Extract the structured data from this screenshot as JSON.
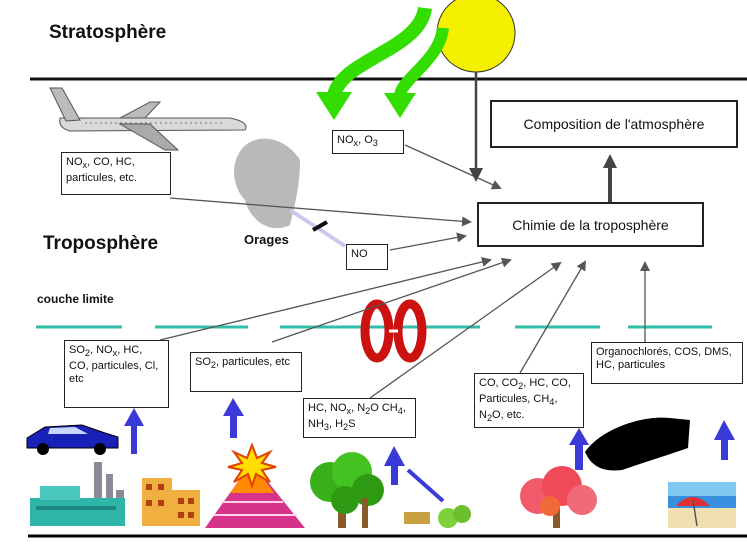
{
  "labels": {
    "stratosphere": "Stratosphère",
    "troposphere": "Troposphère",
    "boundary_layer": "couche limite",
    "storms": "Orages"
  },
  "boxes": {
    "composition": "Composition de l'atmosphère",
    "chemistry": "Chimie de la troposphère",
    "nox_o3": "NOx, O3",
    "aircraft_emissions": "NOx, CO, HC, particules, etc.",
    "no": "NO",
    "traffic": "SO2, NOx, HC, CO, particules, Cl, etc",
    "volcano": "SO2, particules, etc",
    "vegetation": "HC, NOx, N2O CH4, NH3, H2S",
    "forest": "CO, CO2, HC, CO, Particules, CH4, N2O, etc.",
    "ocean": "Organochlorés, COS, DMS, HC, particules"
  },
  "icons": [
    "sun-icon",
    "airplane-icon",
    "storm-cloud-icon",
    "car-icon",
    "factory-icon",
    "house-icon",
    "volcano-icon",
    "tree-icon",
    "cattle-icon",
    "burning-tree-icon",
    "smoke-plume-icon",
    "beach-icon",
    "exchange-rings-icon"
  ],
  "colors": {
    "sun": "#f5f000",
    "uv_arrow": "#33dd00",
    "emission_arrow": "#3a3ad8",
    "dash_line": "#2fbfa8",
    "ring": "#cc1111"
  }
}
